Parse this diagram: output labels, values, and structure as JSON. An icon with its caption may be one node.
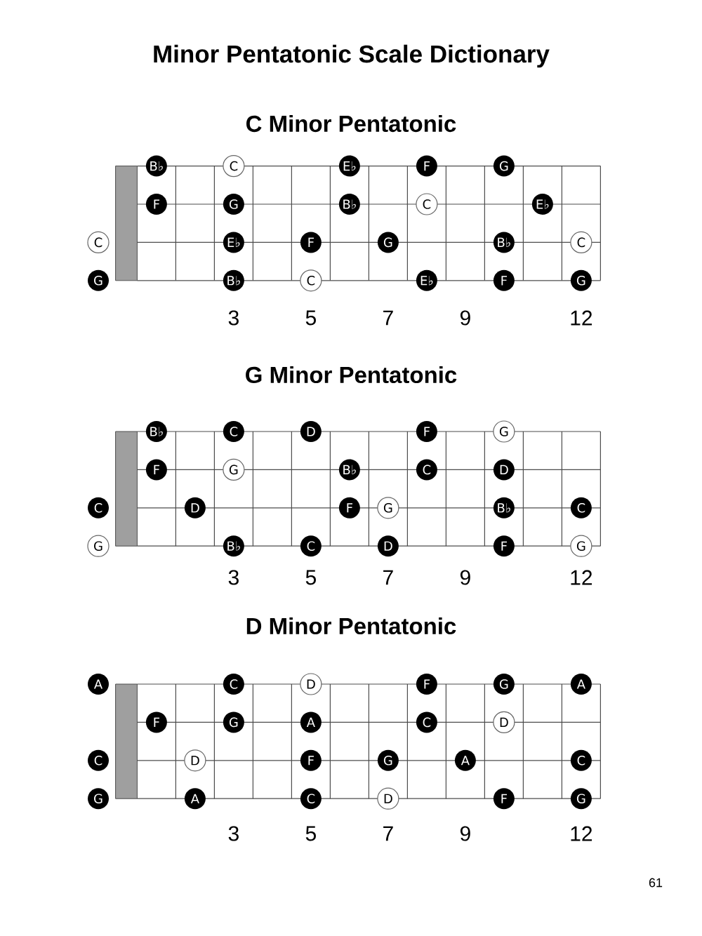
{
  "diagram": {
    "title": "Minor Pentatonic Scale Dictionary",
    "nodes": [
      {
        "text": [
          "B♭"
        ]
      },
      {
        "text": [
          "C"
        ]
      },
      {
        "text": [
          "E♭"
        ]
      },
      {
        "text": [
          "F"
        ]
      },
      {
        "text": [
          "G"
        ]
      },
      {
        "text": [
          "F"
        ]
      },
      {
        "text": [
          "G"
        ]
      },
      {
        "text": [
          "B♭"
        ]
      },
      {
        "text": [
          "C"
        ]
      },
      {
        "text": [
          "E♭"
        ]
      },
      {
        "text": [
          "C"
        ]
      },
      {
        "text": [
          "E♭"
        ]
      },
      {
        "text": [
          "F"
        ]
      },
      {
        "text": [
          "G"
        ]
      },
      {
        "text": [
          "B♭"
        ]
      },
      {
        "text": [
          "C"
        ]
      },
      {
        "text": [
          "G"
        ]
      },
      {
        "text": [
          "B♭"
        ]
      },
      {
        "text": [
          "C"
        ]
      },
      {
        "text": [
          "E♭"
        ]
      },
      {
        "text": [
          "F"
        ]
      },
      {
        "text": [
          "G"
        ]
      },
      {
        "text": [
          "B♭"
        ]
      },
      {
        "text": [
          "C"
        ]
      },
      {
        "text": [
          "D"
        ]
      },
      {
        "text": [
          "F"
        ]
      },
      {
        "text": [
          "G"
        ]
      },
      {
        "text": [
          "F"
        ]
      },
      {
        "text": [
          "G"
        ]
      },
      {
        "text": [
          "B♭"
        ]
      },
      {
        "text": [
          "C"
        ]
      },
      {
        "text": [
          "D"
        ]
      },
      {
        "text": [
          "C"
        ]
      },
      {
        "text": [
          "D"
        ]
      },
      {
        "text": [
          "F"
        ]
      },
      {
        "text": [
          "G"
        ]
      },
      {
        "text": [
          "B♭"
        ]
      },
      {
        "text": [
          "C"
        ]
      },
      {
        "text": [
          "G"
        ]
      },
      {
        "text": [
          "B♭"
        ]
      },
      {
        "text": [
          "C"
        ]
      },
      {
        "text": [
          "D"
        ]
      },
      {
        "text": [
          "F"
        ]
      },
      {
        "text": [
          "G"
        ]
      },
      {
        "text": [
          "A"
        ]
      },
      {
        "text": [
          "C"
        ]
      },
      {
        "text": [
          "D"
        ]
      },
      {
        "text": [
          "F"
        ]
      },
      {
        "text": [
          "G"
        ]
      },
      {
        "text": [
          "A"
        ]
      },
      {
        "text": [
          "F"
        ]
      },
      {
        "text": [
          "G"
        ]
      },
      {
        "text": [
          "A"
        ]
      },
      {
        "text": [
          "C"
        ]
      },
      {
        "text": [
          "D"
        ]
      },
      {
        "text": [
          "C"
        ]
      },
      {
        "text": [
          "D"
        ]
      },
      {
        "text": [
          "F"
        ]
      },
      {
        "text": [
          "G"
        ]
      },
      {
        "text": [
          "A"
        ]
      },
      {
        "text": [
          "C"
        ]
      },
      {
        "text": [
          "G"
        ]
      },
      {
        "text": [
          "A"
        ]
      },
      {
        "text": [
          "C"
        ]
      },
      {
        "text": [
          "D"
        ]
      },
      {
        "text": [
          "F"
        ]
      },
      {
        "text": [
          "G"
        ]
      }
    ],
    "labels": [
      "C Minor Pentatonic",
      "3",
      "5",
      "7",
      "9",
      "12",
      "G Minor Pentatonic",
      "3",
      "5",
      "7",
      "9",
      "12",
      "D Minor Pentatonic",
      "3",
      "5",
      "7",
      "9",
      "12",
      "61"
    ]
  }
}
